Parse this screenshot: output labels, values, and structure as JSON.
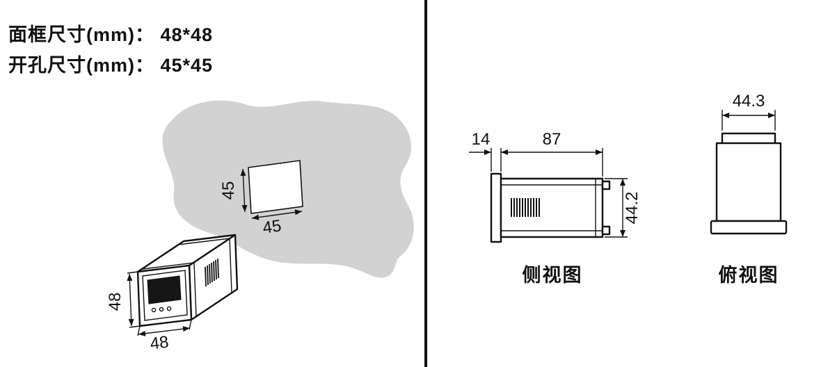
{
  "header": {
    "line1": "面框尺寸(mm)： 48*48",
    "line2": "开孔尺寸(mm)： 45*45"
  },
  "panel_cutout": {
    "height_label": "45",
    "width_label": "45"
  },
  "meter_front": {
    "height_label": "48",
    "width_label": "48"
  },
  "side_view": {
    "title": "侧视图",
    "flange_depth_label": "14",
    "body_depth_label": "87",
    "height_label": "44.2"
  },
  "top_view": {
    "title": "俯视图",
    "width_label": "44.3"
  }
}
